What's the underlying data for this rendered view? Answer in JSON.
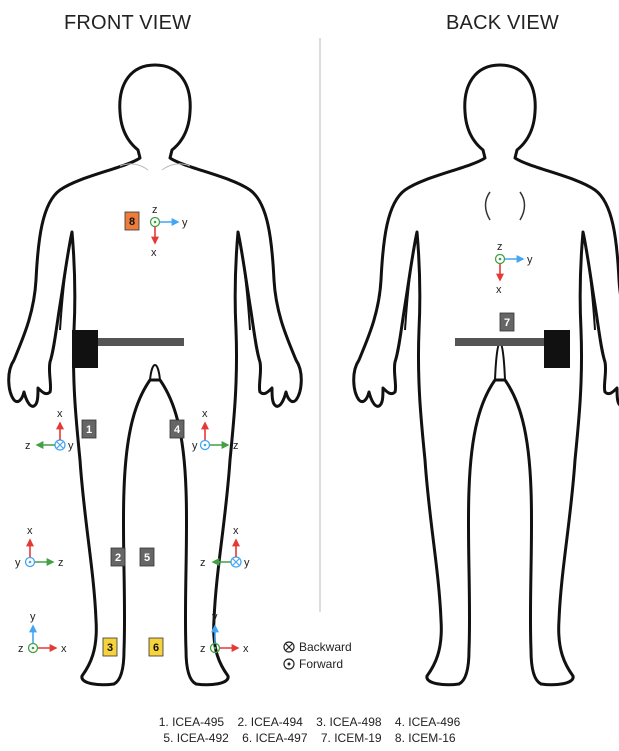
{
  "titles": {
    "front": "FRONT VIEW",
    "back": "BACK VIEW"
  },
  "colors": {
    "outline": "#111111",
    "x_axis": "#e53935",
    "y_axis": "#42a5f5",
    "z_axis": "#43a047",
    "sensor_gray": "#666666",
    "sensor_yellow": "#f6d33c",
    "sensor_orange": "#ee7d3b"
  },
  "icons": {
    "backward": "circle-cross-icon",
    "forward": "circle-dot-icon"
  },
  "sensors": [
    {
      "id": "1",
      "name": "ICEA-495"
    },
    {
      "id": "2",
      "name": "ICEA-494"
    },
    {
      "id": "3",
      "name": "ICEA-498"
    },
    {
      "id": "4",
      "name": "ICEA-496"
    },
    {
      "id": "5",
      "name": "ICEA-492"
    },
    {
      "id": "6",
      "name": "ICEA-497"
    },
    {
      "id": "7",
      "name": "ICEM-19"
    },
    {
      "id": "8",
      "name": "ICEM-16"
    }
  ],
  "axes_labels": {
    "x": "x",
    "y": "y",
    "z": "z"
  },
  "legend": {
    "backward": "Backward",
    "forward": "Forward"
  },
  "list": {
    "row1": [
      "1. ICEA-495",
      "2. ICEA-494",
      "3. ICEA-498",
      "4. ICEA-496"
    ],
    "row2": [
      "5. ICEA-492",
      "6. ICEA-497",
      "7. ICEM-19",
      "8. ICEM-16"
    ]
  }
}
